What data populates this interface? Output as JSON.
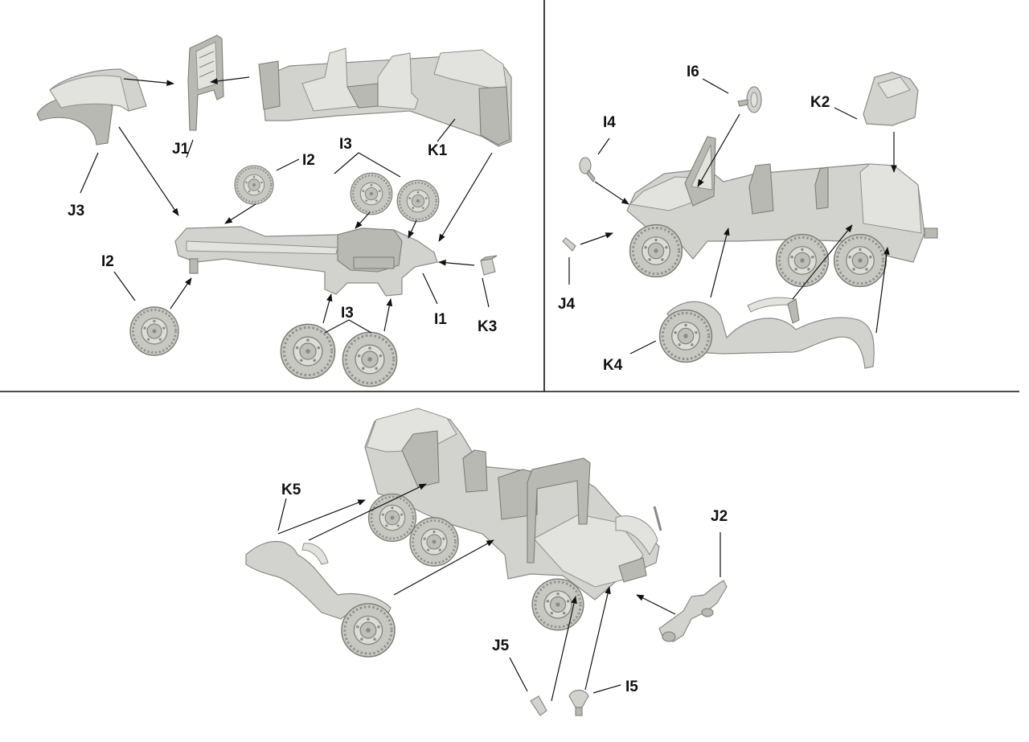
{
  "labels": {
    "j1": "J1",
    "j3": "J3",
    "k1": "K1",
    "i2_top": "I2",
    "i3_top": "I3",
    "i2_left": "I2",
    "i3_bottom": "I3",
    "i1": "I1",
    "k3": "K3",
    "i6": "I6",
    "k2": "K2",
    "i4": "I4",
    "j4": "J4",
    "k4": "K4",
    "k5": "K5",
    "j2": "J2",
    "j5": "J5",
    "i5": "I5"
  },
  "colors": {
    "background": "#ffffff",
    "part_fill": "#d2d2ce",
    "part_shadow": "#b9b9b4",
    "line": "#111111"
  }
}
